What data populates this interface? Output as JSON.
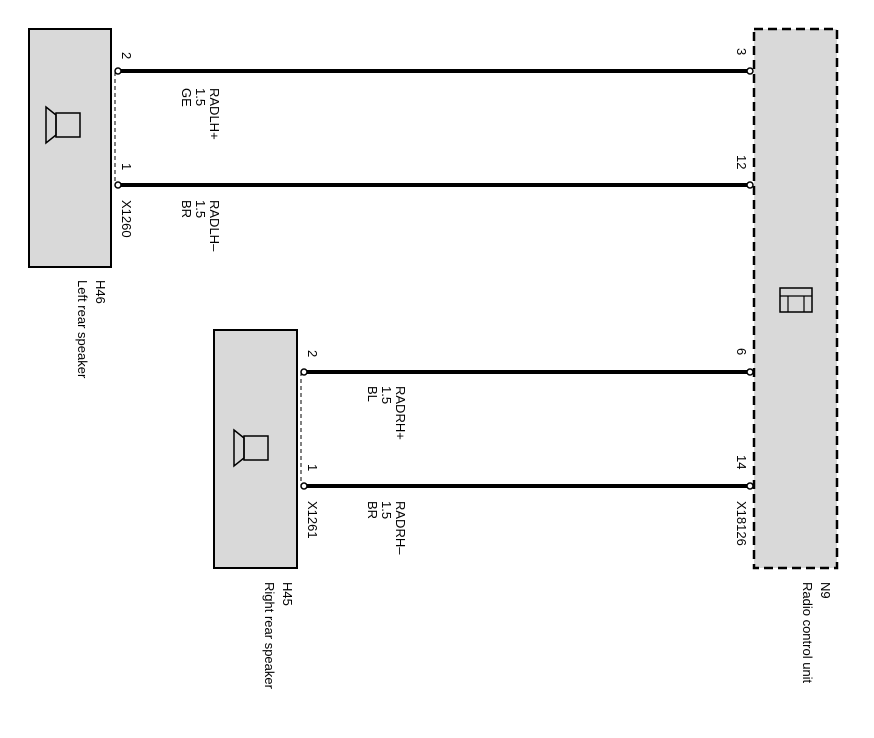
{
  "components": {
    "left_speaker": {
      "id": "H46",
      "name": "Left rear speaker",
      "connector": "X1260"
    },
    "right_speaker": {
      "id": "H45",
      "name": "Right rear speaker",
      "connector": "X1261"
    },
    "radio": {
      "id": "N9",
      "name": "Radio control unit",
      "connector": "X18126"
    }
  },
  "wires": [
    {
      "signal": "RADLH+",
      "gauge": "1.5",
      "color_code": "GE",
      "from_pin": "2",
      "to_pin": "3"
    },
    {
      "signal": "RADLH–",
      "gauge": "1.5",
      "color_code": "BR",
      "from_pin": "1",
      "to_pin": "12"
    },
    {
      "signal": "RADRH+",
      "gauge": "1.5",
      "color_code": "BL",
      "from_pin": "2",
      "to_pin": "6"
    },
    {
      "signal": "RADRH–",
      "gauge": "1.5",
      "color_code": "BR",
      "from_pin": "1",
      "to_pin": "14"
    }
  ],
  "colors": {
    "component_fill": "#d9d9d9",
    "wire": "#000000",
    "background": "#ffffff"
  }
}
